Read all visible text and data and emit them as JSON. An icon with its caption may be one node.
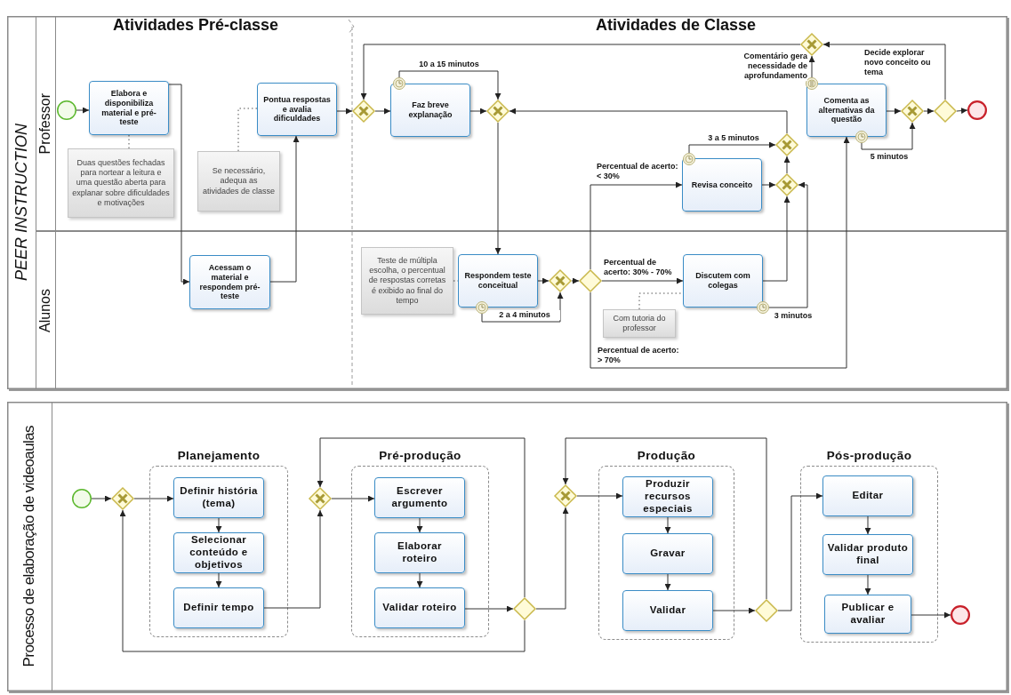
{
  "diagram": {
    "nodes": [
      {
        "text": [
          "PEER INSTRUCTION"
        ]
      },
      {
        "text": [
          "Professor"
        ],
        "in": 0
      },
      {
        "text": [
          "Alunos"
        ],
        "in": 0
      },
      {
        "text": [],
        "shape": "circle",
        "in": 1
      },
      {
        "text": [
          "Elabora e disponibiliza material e pré-teste"
        ],
        "in": 1
      },
      {
        "text": [
          "Duas questões fechadas para nortear a leitura e uma questão aberta para explanar sobre dificuldades e motivações"
        ],
        "in": 1
      },
      {
        "text": [
          "Acessam o material e respondem pré-teste"
        ],
        "in": 2
      },
      {
        "text": [
          "Pontua respostas e avalia dificuldades"
        ],
        "in": 1
      },
      {
        "text": [
          "Se necessário, adequa as atividades de classe"
        ],
        "in": 1
      },
      {
        "text": [],
        "shape": "diamond",
        "in": 1
      },
      {
        "text": [
          "Faz breve explanação"
        ],
        "in": 1
      },
      {
        "text": [],
        "shape": "circle",
        "in": 1
      },
      {
        "text": [],
        "shape": "diamond",
        "in": 1
      },
      {
        "text": [
          "Teste de múltipla escolha, o percentual de respostas corretas é exibido ao final do tempo"
        ],
        "in": 2
      },
      {
        "text": [
          "Respondem teste conceitual"
        ],
        "in": 2
      },
      {
        "text": [],
        "shape": "circle",
        "in": 2
      },
      {
        "text": [],
        "shape": "diamond",
        "in": 2
      },
      {
        "text": [],
        "shape": "diamond",
        "in": 2
      },
      {
        "text": [
          "Revisa conceito"
        ],
        "in": 1
      },
      {
        "text": [],
        "shape": "circle",
        "in": 1
      },
      {
        "text": [
          "Discutem com colegas"
        ],
        "in": 2
      },
      {
        "text": [],
        "shape": "circle",
        "in": 2
      },
      {
        "text": [
          "Com tutoria do professor"
        ],
        "in": 2
      },
      {
        "text": [],
        "shape": "diamond",
        "in": 1
      },
      {
        "text": [],
        "shape": "diamond",
        "in": 1
      },
      {
        "text": [
          "Comenta as alternativas da questão"
        ],
        "in": 1
      },
      {
        "text": [],
        "shape": "circle",
        "in": 1
      },
      {
        "text": [],
        "shape": "circle",
        "in": 1
      },
      {
        "text": [],
        "shape": "diamond",
        "in": 1
      },
      {
        "text": [],
        "shape": "diamond",
        "in": 1
      },
      {
        "text": [],
        "shape": "diamond",
        "in": 1
      },
      {
        "text": [],
        "shape": "circle",
        "in": 1
      },
      {
        "text": [
          "Processo de elaboração de videoaulas"
        ]
      },
      {
        "text": [],
        "shape": "circle",
        "in": 32
      },
      {
        "text": [],
        "shape": "diamond",
        "in": 32
      },
      {
        "text": [
          "Planejamento"
        ],
        "in": 32
      },
      {
        "text": [
          "Definir história (tema)"
        ],
        "in": 35
      },
      {
        "text": [
          "Selecionar conteúdo e objetivos"
        ],
        "in": 35
      },
      {
        "text": [
          "Definir tempo"
        ],
        "in": 35
      },
      {
        "text": [],
        "shape": "diamond",
        "in": 32
      },
      {
        "text": [
          "Pré-produção"
        ],
        "in": 32
      },
      {
        "text": [
          "Escrever argumento"
        ],
        "in": 40
      },
      {
        "text": [
          "Elaborar roteiro"
        ],
        "in": 40
      },
      {
        "text": [
          "Validar roteiro"
        ],
        "in": 40
      },
      {
        "text": [],
        "shape": "diamond",
        "in": 32
      },
      {
        "text": [],
        "shape": "diamond",
        "in": 32
      },
      {
        "text": [
          "Produção"
        ],
        "in": 32
      },
      {
        "text": [
          "Produzir recursos especiais"
        ],
        "in": 46
      },
      {
        "text": [
          "Gravar"
        ],
        "in": 46
      },
      {
        "text": [
          "Validar"
        ],
        "in": 46
      },
      {
        "text": [],
        "shape": "diamond",
        "in": 32
      },
      {
        "text": [
          "Pós-produção"
        ],
        "in": 32
      },
      {
        "text": [
          "Editar"
        ],
        "in": 51
      },
      {
        "text": [
          "Validar produto final"
        ],
        "in": 51
      },
      {
        "text": [
          "Publicar e avaliar"
        ],
        "in": 51
      },
      {
        "text": [],
        "shape": "circle",
        "in": 32
      }
    ],
    "edges": [
      {
        "from": 3,
        "to": 4,
        "arrow": "to"
      },
      {
        "from": 5,
        "to": 4,
        "arrow": "none",
        "style": "dashed"
      },
      {
        "from": 4,
        "to": 6,
        "arrow": "to"
      },
      {
        "from": 6,
        "to": 7,
        "arrow": "to"
      },
      {
        "from": 8,
        "to": 7,
        "arrow": "none",
        "style": "dashed"
      },
      {
        "from": 7,
        "to": 9,
        "arrow": "to"
      },
      {
        "from": 9,
        "to": 10,
        "arrow": "to"
      },
      {
        "from": 10,
        "to": 12,
        "arrow": "to"
      },
      {
        "from": 11,
        "to": 12,
        "arrow": "to",
        "label": "10 a 15 minutos"
      },
      {
        "from": 28,
        "to": 9,
        "arrow": "to"
      },
      {
        "from": 12,
        "to": 14,
        "arrow": "to"
      },
      {
        "from": 13,
        "to": 14,
        "arrow": "none",
        "style": "dashed"
      },
      {
        "from": 14,
        "to": 16,
        "arrow": "to"
      },
      {
        "from": 15,
        "to": 16,
        "arrow": "to",
        "label": "2 a 4 minutos"
      },
      {
        "from": 16,
        "to": 17,
        "arrow": "to"
      },
      {
        "from": 17,
        "to": 18,
        "arrow": "to",
        "label": "Percentual de acerto: < 30%"
      },
      {
        "from": 17,
        "to": 20,
        "arrow": "to",
        "label": "Percentual de acerto: 30% - 70%"
      },
      {
        "from": 17,
        "to": 25,
        "arrow": "to",
        "label": "Percentual de acerto: > 70%"
      },
      {
        "from": 22,
        "to": 20,
        "arrow": "none",
        "style": "dashed"
      },
      {
        "from": 19,
        "to": 23,
        "arrow": "to",
        "label": "3 a 5 minutos"
      },
      {
        "from": 18,
        "to": 24,
        "arrow": "to"
      },
      {
        "from": 20,
        "to": 24,
        "arrow": "to"
      },
      {
        "from": 21,
        "to": 24,
        "arrow": "to",
        "label": "3 minutos"
      },
      {
        "from": 24,
        "to": 23,
        "arrow": "to"
      },
      {
        "from": 23,
        "to": 12,
        "arrow": "to"
      },
      {
        "from": 25,
        "to": 29,
        "arrow": "to"
      },
      {
        "from": 27,
        "to": 29,
        "arrow": "to",
        "label": "5 minutos"
      },
      {
        "from": 26,
        "to": 28,
        "arrow": "to",
        "label": "Comentário gera necessidade de aprofundamento"
      },
      {
        "from": 29,
        "to": 30,
        "arrow": "to"
      },
      {
        "from": 30,
        "to": 31,
        "arrow": "to"
      },
      {
        "from": 30,
        "to": 28,
        "arrow": "to",
        "label": "Decide explorar novo conceito ou tema"
      },
      {
        "from": 33,
        "to": 34,
        "arrow": "to"
      },
      {
        "from": 34,
        "to": 36,
        "arrow": "to"
      },
      {
        "from": 36,
        "to": 37,
        "arrow": "to"
      },
      {
        "from": 37,
        "to": 38,
        "arrow": "to"
      },
      {
        "from": 38,
        "to": 39,
        "arrow": "to"
      },
      {
        "from": 39,
        "to": 41,
        "arrow": "to"
      },
      {
        "from": 41,
        "to": 42,
        "arrow": "to"
      },
      {
        "from": 42,
        "to": 43,
        "arrow": "to"
      },
      {
        "from": 43,
        "to": 44,
        "arrow": "to"
      },
      {
        "from": 44,
        "to": 45,
        "arrow": "to"
      },
      {
        "from": 44,
        "to": 34,
        "arrow": "to"
      },
      {
        "from": 44,
        "to": 39,
        "arrow": "to"
      },
      {
        "from": 45,
        "to": 47,
        "arrow": "to"
      },
      {
        "from": 47,
        "to": 48,
        "arrow": "to"
      },
      {
        "from": 48,
        "to": 49,
        "arrow": "to"
      },
      {
        "from": 49,
        "to": 50,
        "arrow": "to"
      },
      {
        "from": 50,
        "to": 45,
        "arrow": "to"
      },
      {
        "from": 50,
        "to": 52,
        "arrow": "to"
      },
      {
        "from": 52,
        "to": 53,
        "arrow": "to"
      },
      {
        "from": 53,
        "to": 54,
        "arrow": "to"
      },
      {
        "from": 54,
        "to": 55,
        "arrow": "to"
      }
    ],
    "labels": [
      "Atividades Pré-classe",
      "Atividades de Classe"
    ]
  }
}
